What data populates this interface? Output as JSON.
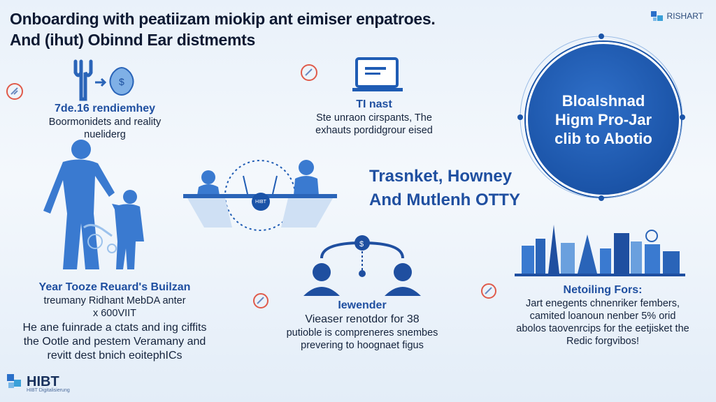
{
  "header": {
    "title_line1": "Onboarding with peatiizam miokip ant eimiser enpatroes.",
    "title_line2": "And (ihut) Obinnd Ear distmemts",
    "brand_top": "RISHART"
  },
  "section1": {
    "heading": "7de.16 rendiemhey",
    "line1": "Boormonidets and reality",
    "line2": "nueliderg"
  },
  "section2": {
    "heading": "TI nast",
    "line1": "Ste unraon cirspants, The",
    "line2": "exhauts pordidgrour eised"
  },
  "circle": {
    "line1": "Bloalshnad",
    "line2": "Higm Pro-Jar",
    "line3": "clib to Abotio"
  },
  "mid_heading": {
    "line1": "Trasnket, Howney",
    "line2": "And Mutlenh OTTY"
  },
  "table_badge": "HIBT",
  "section3": {
    "heading": "Year Tooze Reuard's Builzan",
    "line1": "treumany Ridhant MebDA anter",
    "line2": "x 600VIIT",
    "line3": "He ane fuinrade a ctats and ing ciffits",
    "line4": "the Ootle and pestem Veramany and",
    "line5": "revitt dest bnich eoitephICs"
  },
  "section4": {
    "heading": "Iewender",
    "line1": "Vieaser renotdor for 38",
    "line2": "putioble is compreneres snembes",
    "line3": "prevering to hoognaet figus"
  },
  "section5": {
    "heading": "Netoiling Fors:",
    "line1": "Jart enegents chnenriker fembers,",
    "line2": "camited loanoun nenber 5% orid",
    "line3": "abolos taovenrcips for the eetjisket the",
    "line4": "Redic forgvibos!"
  },
  "footer": {
    "logo": "HIBT",
    "logo_sub": "HIBT Digitalisierung"
  },
  "colors": {
    "accent": "#1f4fa0",
    "circle": "#1b54a8",
    "figure": "#3a7ad0",
    "background": "#eef4fb"
  }
}
